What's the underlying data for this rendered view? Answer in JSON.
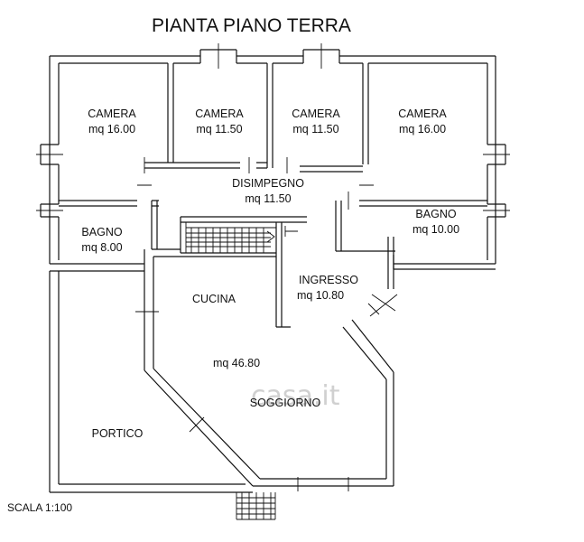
{
  "title": "PIANTA PIANO TERRA",
  "scale": "SCALA 1:100",
  "watermark": "casa.it",
  "rooms": [
    {
      "id": "camera-1",
      "name": "CAMERA",
      "area": "mq 16.00"
    },
    {
      "id": "camera-2",
      "name": "CAMERA",
      "area": "mq 11.50"
    },
    {
      "id": "camera-3",
      "name": "CAMERA",
      "area": "mq 11.50"
    },
    {
      "id": "camera-4",
      "name": "CAMERA",
      "area": "mq 16.00"
    },
    {
      "id": "disimpegno",
      "name": "DISIMPEGNO",
      "area": "mq 11.50"
    },
    {
      "id": "bagno-1",
      "name": "BAGNO",
      "area": "mq 8.00"
    },
    {
      "id": "bagno-2",
      "name": "BAGNO",
      "area": "mq 10.00"
    },
    {
      "id": "ingresso",
      "name": "INGRESSO",
      "area": "mq 10.80"
    },
    {
      "id": "cucina",
      "name": "CUCINA",
      "area": ""
    },
    {
      "id": "soggiorno",
      "name": "SOGGIORNO",
      "area": "mq 46.80"
    },
    {
      "id": "portico",
      "name": "PORTICO",
      "area": ""
    }
  ]
}
